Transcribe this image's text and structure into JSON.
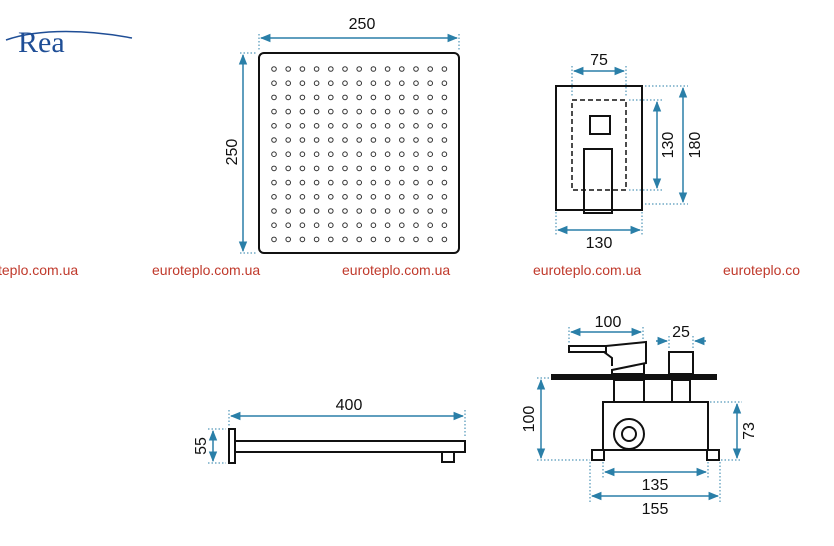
{
  "brand": {
    "logo_text": "Rea",
    "color": "#1f4e96"
  },
  "watermark": {
    "items": [
      "teplo.com.ua",
      "euroteplo.com.ua",
      "euroteplo.com.ua",
      "euroteplo.com.ua",
      "euroteplo.co"
    ],
    "color": "#c0392b"
  },
  "colors": {
    "dimension_line": "#2a7fa8",
    "outline": "#111111",
    "dot": "#333333"
  },
  "shower_head": {
    "width_label": "250",
    "height_label": "250"
  },
  "mixer_front": {
    "inner_width_label": "75",
    "inner_height_label": "130",
    "outer_height_label": "180",
    "outer_width_label": "130"
  },
  "shower_arm": {
    "length_label": "400",
    "height_label": "55"
  },
  "mixer_side": {
    "handle_label": "100",
    "knob_label": "25",
    "depth_label": "100",
    "box_height_label": "73",
    "inner_width_label": "135",
    "outer_width_label": "155"
  }
}
